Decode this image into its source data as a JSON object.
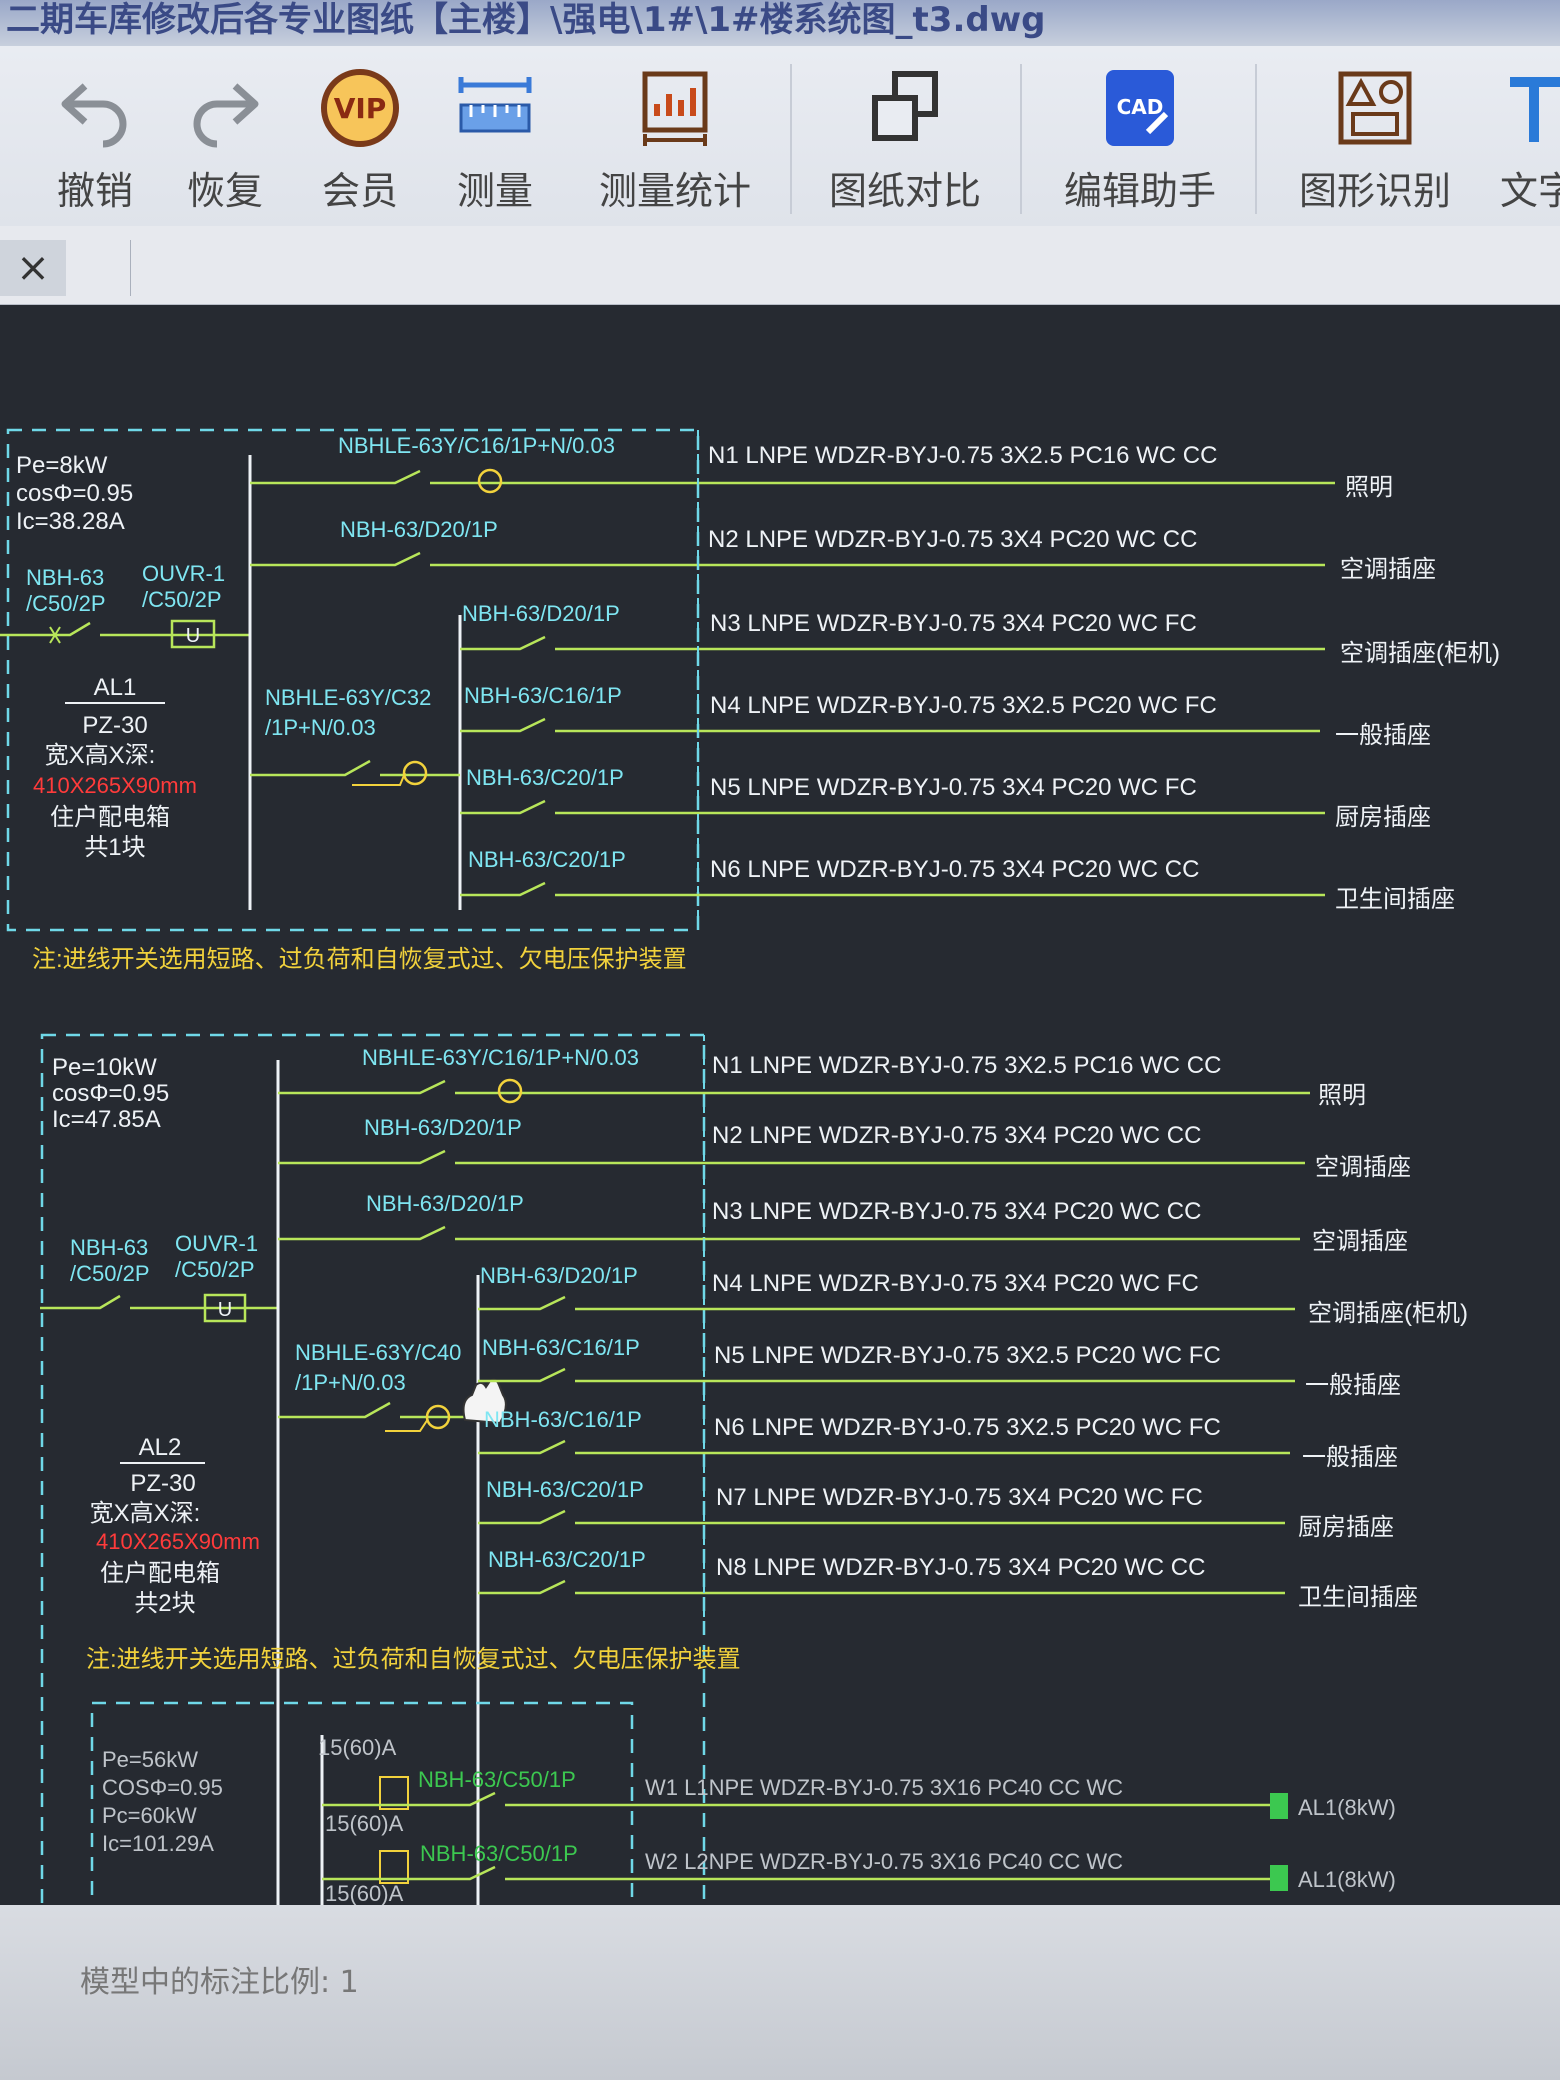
{
  "window": {
    "title": "二期车库修改后各专业图纸【主楼】\\强电\\1#\\1#楼系统图_t3.dwg"
  },
  "toolbar": {
    "items": [
      {
        "label": "撤销",
        "icon": "undo-icon"
      },
      {
        "label": "恢复",
        "icon": "redo-icon"
      },
      {
        "label": "会员",
        "icon": "vip-icon",
        "badge": "VIP"
      },
      {
        "label": "测量",
        "icon": "ruler-icon"
      },
      {
        "label": "测量统计",
        "icon": "measure-stats-icon"
      },
      {
        "label": "图纸对比",
        "icon": "compare-icon"
      },
      {
        "label": "编辑助手",
        "icon": "edit-assistant-icon",
        "badge": "CAD"
      },
      {
        "label": "图形识别",
        "icon": "shape-recognition-icon"
      },
      {
        "label": "文字",
        "icon": "text-icon"
      }
    ]
  },
  "tabs": {
    "close_glyph": "×"
  },
  "panel1": {
    "pe": "Pe=8kW",
    "cos": "cosΦ=0.95",
    "ic": "Ic=38.28A",
    "incoming_breaker": "NBH-63\n/C50/2P",
    "ouvr": "OUVR-1\n/C50/2P",
    "u_box": "U",
    "name": "AL1",
    "type": "PZ-30",
    "size_label": "宽X高X深:",
    "size": "410X265X90mm",
    "desc": "住户配电箱",
    "count": "共1块",
    "rcd_label": "NBHLE-63Y/C32\n/1P+N/0.03",
    "note": "注:进线开关选用短路、过负荷和自恢复式过、欠电压保护装置",
    "circuits": [
      {
        "breaker": "NBHLE-63Y/C16/1P+N/0.03",
        "cable": "N1 LNPE WDZR-BYJ-0.75 3X2.5 PC16 WC CC",
        "load": "照明"
      },
      {
        "breaker": "NBH-63/D20/1P",
        "cable": "N2 LNPE WDZR-BYJ-0.75 3X4 PC20 WC CC",
        "load": "空调插座"
      },
      {
        "breaker": "NBH-63/D20/1P",
        "cable": "N3 LNPE WDZR-BYJ-0.75 3X4 PC20 WC FC",
        "load": "空调插座(柜机)"
      },
      {
        "breaker": "NBH-63/C16/1P",
        "cable": "N4 LNPE WDZR-BYJ-0.75 3X2.5 PC20 WC FC",
        "load": "一般插座"
      },
      {
        "breaker": "NBH-63/C20/1P",
        "cable": "N5 LNPE WDZR-BYJ-0.75 3X4 PC20 WC FC",
        "load": "厨房插座"
      },
      {
        "breaker": "NBH-63/C20/1P",
        "cable": "N6 LNPE WDZR-BYJ-0.75 3X4 PC20 WC CC",
        "load": "卫生间插座"
      }
    ]
  },
  "panel2": {
    "pe": "Pe=10kW",
    "cos": "cosΦ=0.95",
    "ic": "Ic=47.85A",
    "incoming_breaker": "NBH-63\n/C50/2P",
    "ouvr": "OUVR-1\n/C50/2P",
    "u_box": "U",
    "name": "AL2",
    "type": "PZ-30",
    "size_label": "宽X高X深:",
    "size": "410X265X90mm",
    "desc": "住户配电箱",
    "count": "共2块",
    "rcd_label": "NBHLE-63Y/C40\n/1P+N/0.03",
    "note": "注:进线开关选用短路、过负荷和自恢复式过、欠电压保护装置",
    "circuits": [
      {
        "breaker": "NBHLE-63Y/C16/1P+N/0.03",
        "cable": "N1 LNPE WDZR-BYJ-0.75 3X2.5 PC16 WC CC",
        "load": "照明"
      },
      {
        "breaker": "NBH-63/D20/1P",
        "cable": "N2 LNPE WDZR-BYJ-0.75 3X4 PC20 WC CC",
        "load": "空调插座"
      },
      {
        "breaker": "NBH-63/D20/1P",
        "cable": "N3 LNPE WDZR-BYJ-0.75 3X4 PC20 WC CC",
        "load": "空调插座"
      },
      {
        "breaker": "NBH-63/D20/1P",
        "cable": "N4 LNPE WDZR-BYJ-0.75 3X4 PC20 WC FC",
        "load": "空调插座(柜机)"
      },
      {
        "breaker": "NBH-63/C16/1P",
        "cable": "N5 LNPE WDZR-BYJ-0.75 3X2.5 PC20 WC FC",
        "load": "一般插座"
      },
      {
        "breaker": "NBH-63/C16/1P",
        "cable": "N6 LNPE WDZR-BYJ-0.75 3X2.5 PC20 WC FC",
        "load": "一般插座"
      },
      {
        "breaker": "NBH-63/C20/1P",
        "cable": "N7 LNPE WDZR-BYJ-0.75 3X4 PC20 WC FC",
        "load": "厨房插座"
      },
      {
        "breaker": "NBH-63/C20/1P",
        "cable": "N8 LNPE WDZR-BYJ-0.75 3X4 PC20 WC CC",
        "load": "卫生间插座"
      }
    ]
  },
  "panel3": {
    "pe": "Pe=56kW",
    "cos": "COSΦ=0.95",
    "pc": "Pc=60kW",
    "ic": "Ic=101.29A",
    "meter": "15(60)A",
    "circuits": [
      {
        "meter": "15(60)A",
        "breaker": "NBH-63/C50/1P",
        "cable": "W1 L1NPE WDZR-BYJ-0.75 3X16 PC40 CC WC",
        "load": "AL1(8kW)"
      },
      {
        "meter": "15(60)A",
        "breaker": "NBH-63/C50/1P",
        "cable": "W2 L2NPE WDZR-BYJ-0.75 3X16 PC40 CC WC",
        "load": "AL1(8kW)"
      }
    ],
    "extra_meter": "15(60)A"
  },
  "status": {
    "scale_text": "模型中的标注比例: 1"
  },
  "colors": {
    "wire": "#b8e65a",
    "cyan": "#7fe6f2",
    "white": "#eef2f6",
    "yellow": "#f2d23c",
    "red": "#ff3b3b",
    "green": "#3cc850",
    "border": "#6fd8e8"
  }
}
